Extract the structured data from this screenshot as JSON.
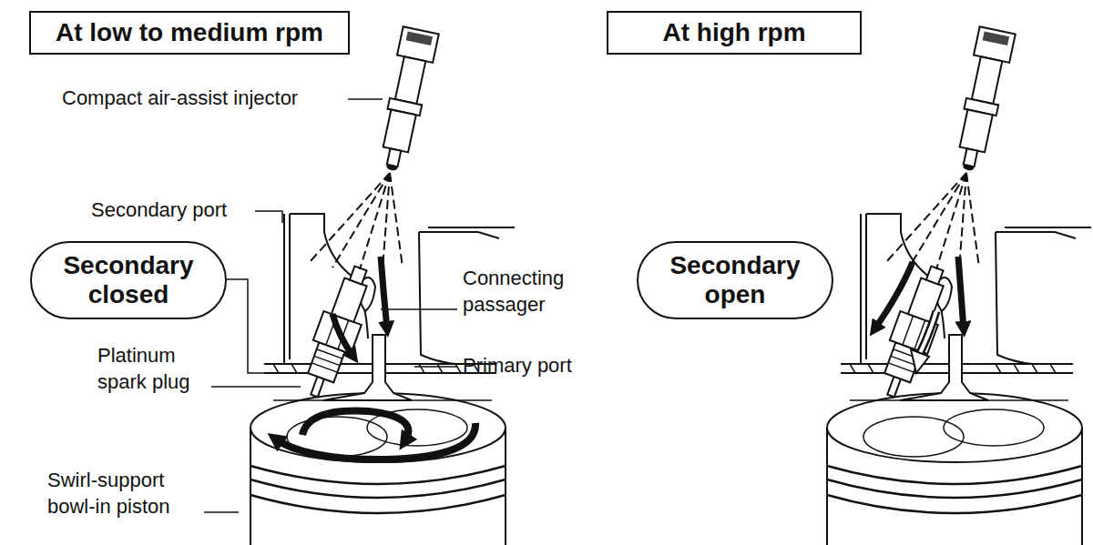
{
  "diagram": {
    "nodes": [
      {
        "text": [
          "At low to medium rpm"
        ]
      },
      {
        "text": [
          "At high rpm"
        ]
      },
      {
        "text": [
          "Secondary closed"
        ]
      },
      {
        "text": [
          "Secondary open"
        ]
      }
    ],
    "labels": [
      "Compact air-assist injector",
      "Secondary port",
      "Connecting passager",
      "Platinum spark plug",
      "Primary port",
      "Swirl-support bowl-in piston"
    ]
  }
}
